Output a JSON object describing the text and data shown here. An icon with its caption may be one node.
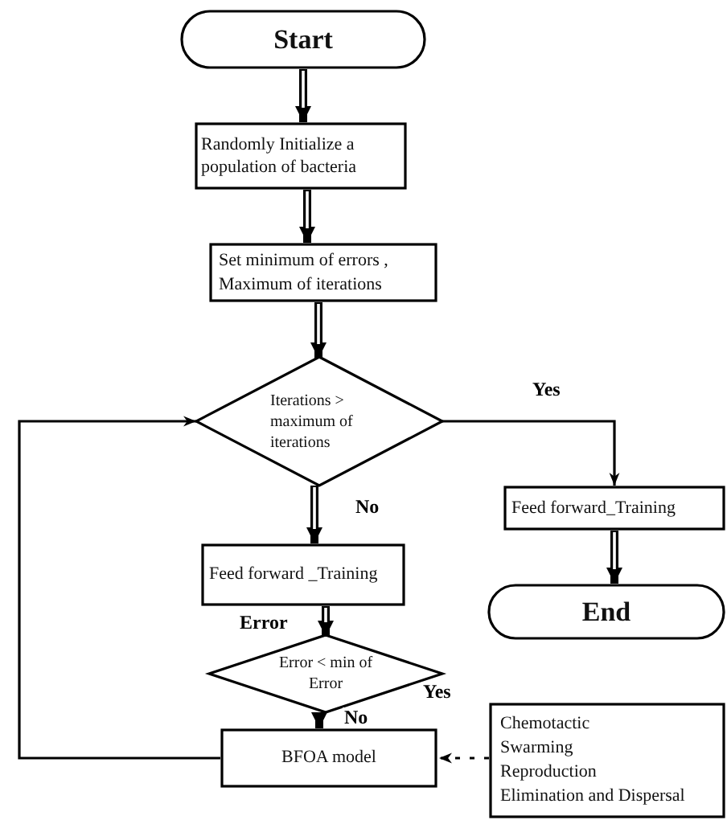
{
  "diagram": {
    "nodes": [
      {
        "text": [
          "Start"
        ]
      },
      {
        "text": [
          "Randomly Initialize a population of bacteria"
        ]
      },
      {
        "text": [
          "Set minimum of errors , Maximum of iterations"
        ]
      },
      {
        "text": [
          "Iterations > maximum of iterations"
        ]
      },
      {
        "text": [
          "Feed forward_Training"
        ]
      },
      {
        "text": [
          "End"
        ]
      },
      {
        "text": [
          "Feed forward _Training"
        ]
      },
      {
        "text": [
          "Error < min of Error"
        ]
      },
      {
        "text": [
          "BFOA model"
        ]
      },
      {
        "text": [
          "Chemotactic",
          "Swarming",
          "Reproduction",
          "Elimination and Dispersal"
        ]
      }
    ],
    "edges": [
      {
        "from": 0,
        "to": 1,
        "arrow": "to"
      },
      {
        "from": 1,
        "to": 2,
        "arrow": "to"
      },
      {
        "from": 2,
        "to": 3,
        "arrow": "to"
      },
      {
        "from": 3,
        "to": 4,
        "arrow": "to",
        "label": "Yes"
      },
      {
        "from": 4,
        "to": 5,
        "arrow": "to"
      },
      {
        "from": 3,
        "to": 6,
        "arrow": "to",
        "label": "No"
      },
      {
        "from": 6,
        "to": 7,
        "arrow": "to",
        "label": "Error"
      },
      {
        "from": 7,
        "to": 8,
        "arrow": "to",
        "label": "No"
      },
      {
        "from": 8,
        "to": 3,
        "arrow": "to"
      },
      {
        "from": 9,
        "to": 8,
        "arrow": "to",
        "style": "dashed"
      }
    ],
    "labels": [
      "Yes"
    ]
  }
}
